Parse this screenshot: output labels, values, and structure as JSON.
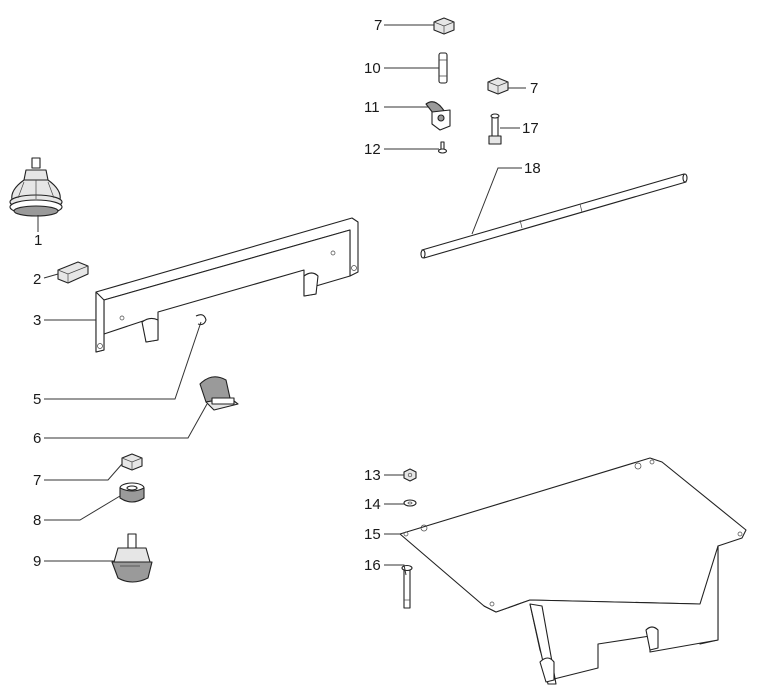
{
  "callouts": [
    "1",
    "2",
    "3",
    "5",
    "6",
    "7",
    "8",
    "9",
    "7",
    "10",
    "11",
    "7",
    "12",
    "17",
    "18",
    "13",
    "14",
    "15",
    "16"
  ]
}
